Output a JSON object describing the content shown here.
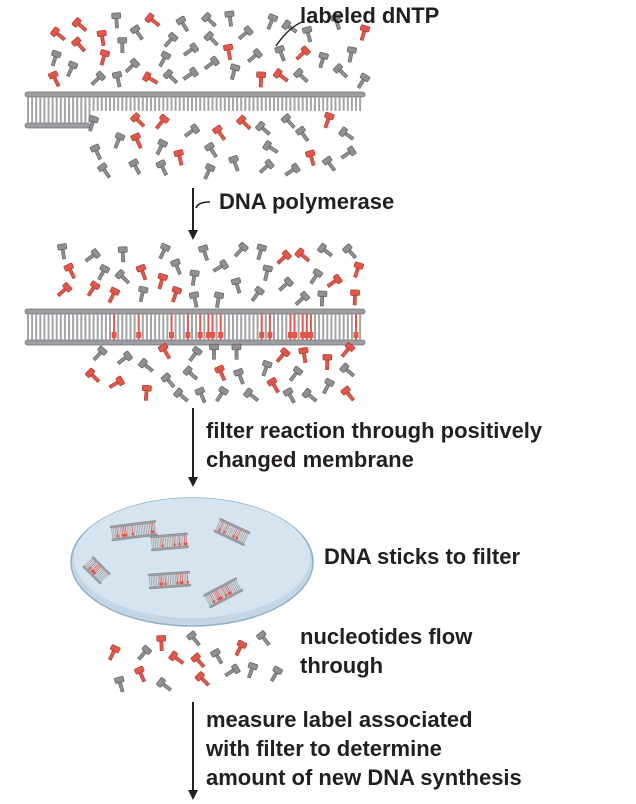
{
  "labels": {
    "labeled_dntp": "labeled dNTP",
    "polymerase": "DNA polymerase",
    "filter_step": [
      "filter reaction through positively",
      "changed membrane"
    ],
    "sticks": "DNA sticks to filter",
    "flow": [
      "nucleotides flow",
      "through"
    ],
    "measure": [
      "measure label associated",
      "with filter to determine",
      "amount of new DNA synthesis"
    ]
  },
  "colors": {
    "text": "#231f20",
    "strand": "#9c9ea1",
    "strand_edge": "#6f7174",
    "nucleotide_gray": "#8e9093",
    "nucleotide_red": "#e0584b",
    "filter_fill": "#d6e4ef",
    "filter_edge": "#8fb0c8",
    "arrow": "#231f20"
  },
  "icons": [
    "nucleotide-icon",
    "dna-duplex",
    "filter-membrane",
    "down-arrow"
  ]
}
